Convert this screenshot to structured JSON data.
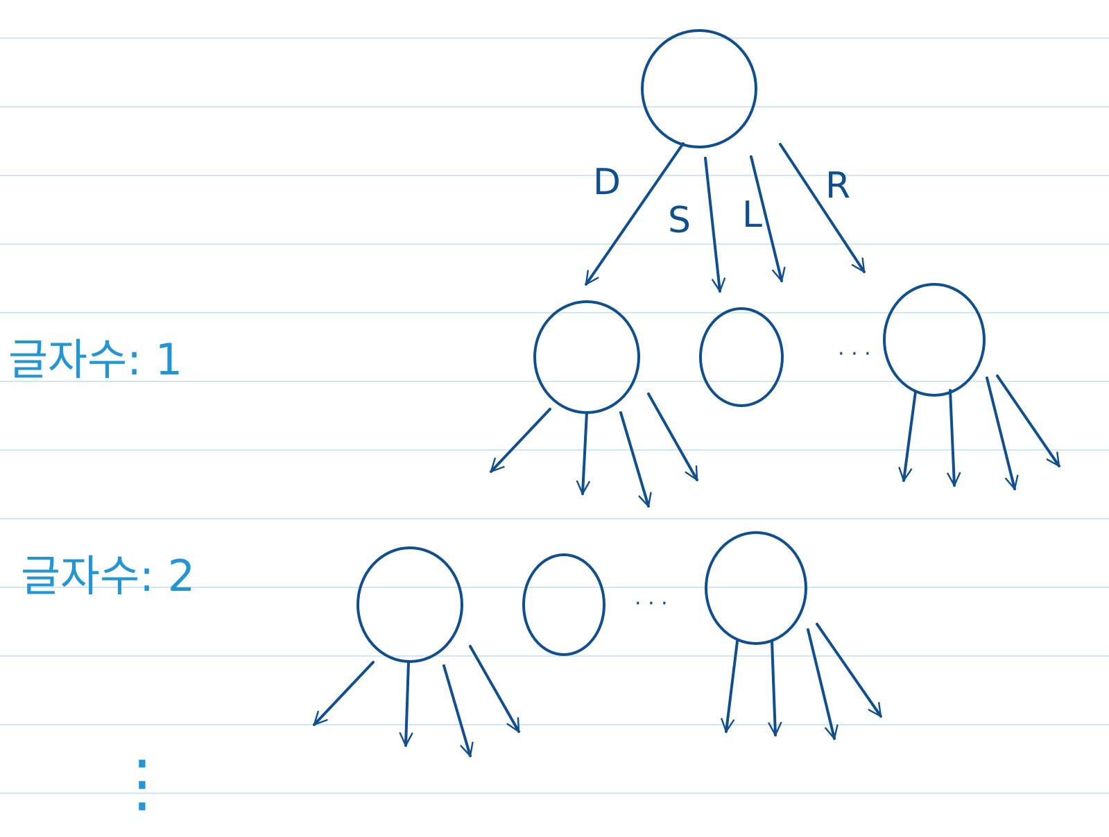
{
  "notebook": {
    "rule_color": "#cfe6f5",
    "background": "#ffffff"
  },
  "colors": {
    "tree_ink": "#0f4f8f",
    "note_ink": "#2196d3"
  },
  "level_notes": [
    {
      "label": "글자수: 1"
    },
    {
      "label": "글자수: 2"
    }
  ],
  "edge_labels": {
    "d": "D",
    "s": "S",
    "l": "L",
    "r": "R"
  },
  "ellipsis": "· · ·",
  "continuation": "⋮"
}
